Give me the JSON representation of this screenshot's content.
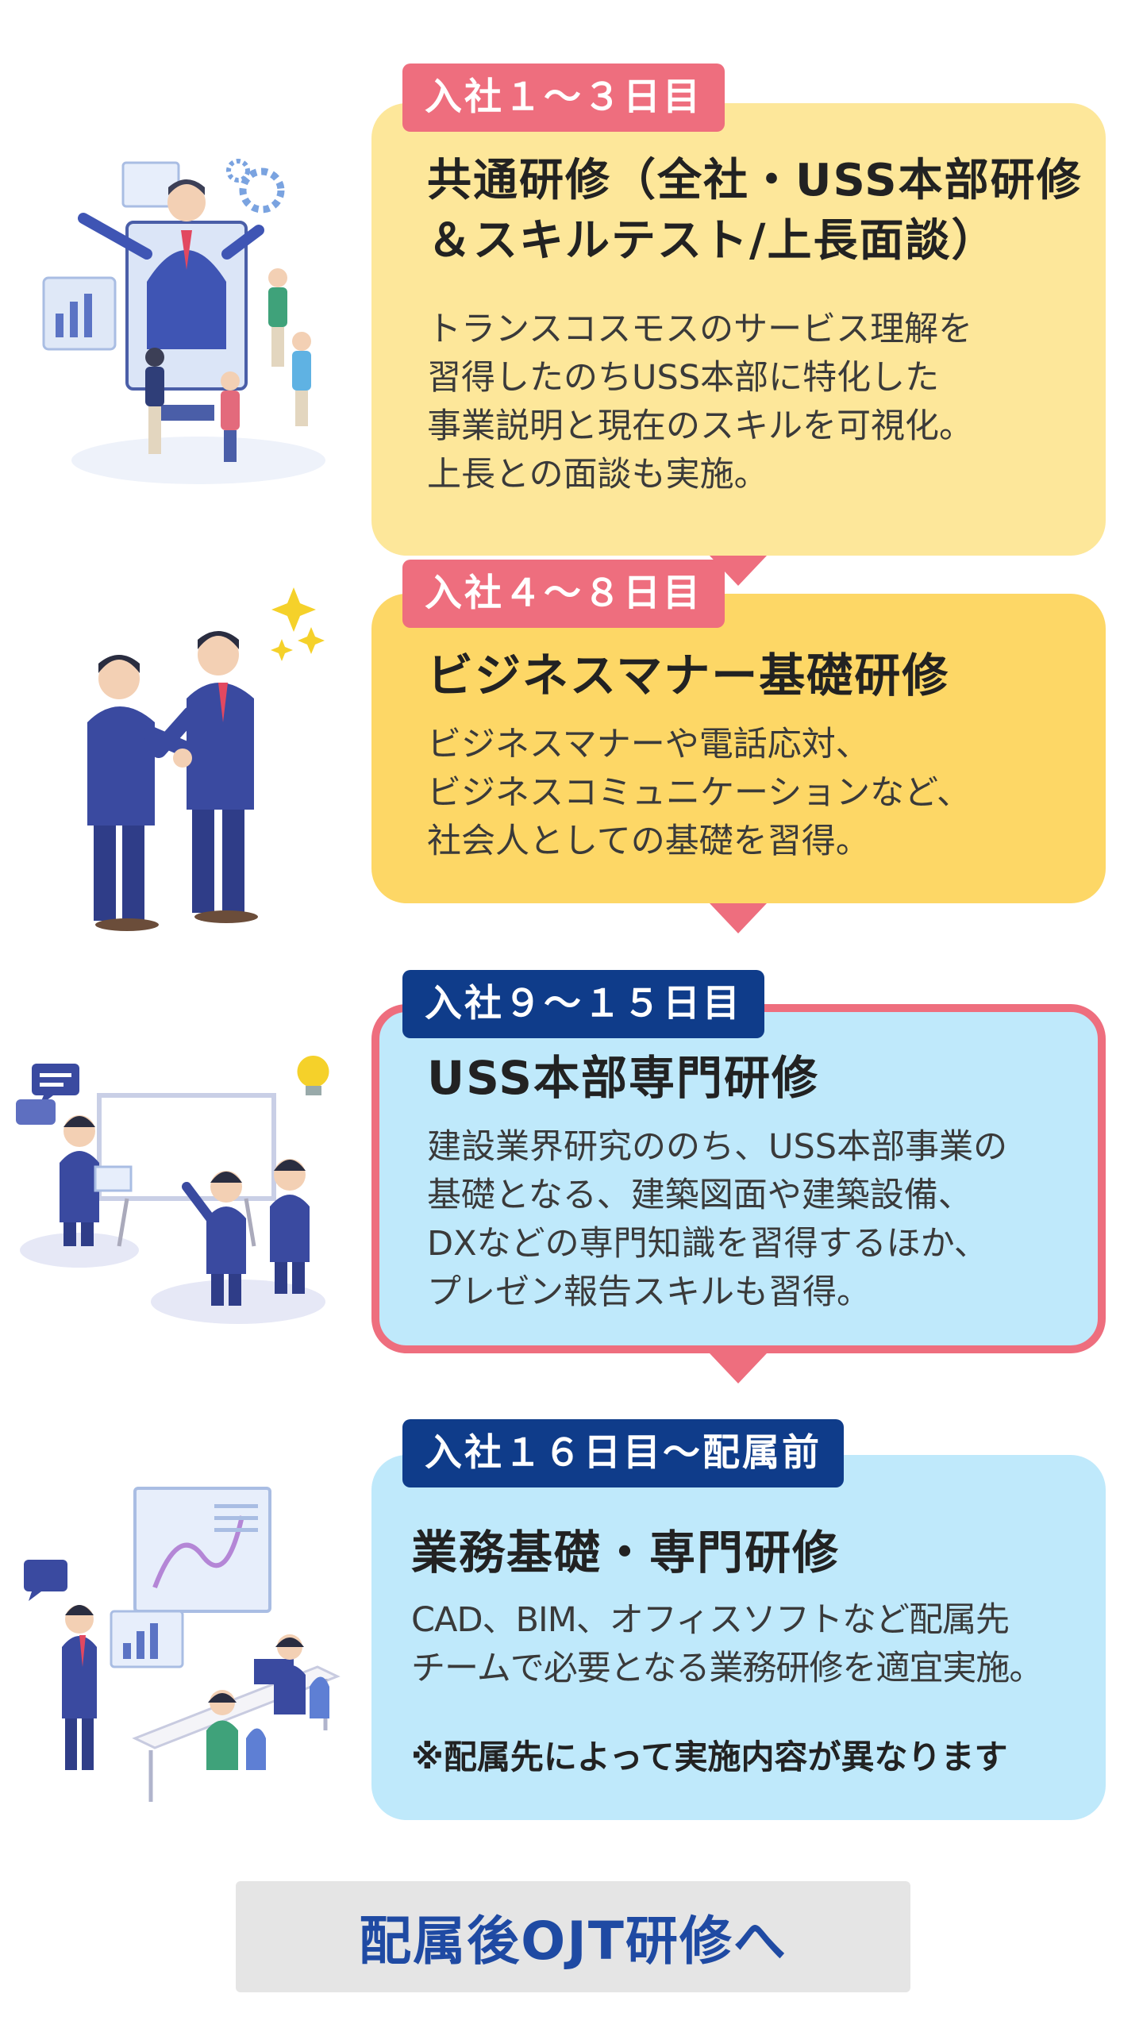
{
  "steps": [
    {
      "badge": "入社１～３日目",
      "title_line1": "共通研修（全社・USS本部研修",
      "title_line2": "＆スキルテスト/上長面談）",
      "desc": [
        "トランスコスモスのサービス理解を",
        "習得したのちUSS本部に特化した",
        "事業説明と現在のスキルを可視化。",
        "上長との面談も実施。"
      ]
    },
    {
      "badge": "入社４～８日目",
      "title_line1": "ビジネスマナー基礎研修",
      "desc": [
        "ビジネスマナーや電話応対、",
        "ビジネスコミュニケーションなど、",
        "社会人としての基礎を習得。"
      ]
    },
    {
      "badge": "入社９～１５日目",
      "title_line1": "USS本部専門研修",
      "desc": [
        "建設業界研究ののち、USS本部事業の",
        "基礎となる、建築図面や建築設備、",
        "DXなどの専門知識を習得するほか、",
        "プレゼン報告スキルも習得。"
      ]
    },
    {
      "badge": "入社１６日目～配属前",
      "title_line1": "業務基礎・専門研修",
      "desc": [
        "CAD、BIM、オフィスソフトなど配属先",
        "チームで必要となる業務研修を適宜実施。"
      ],
      "note": "※配属先によって実施内容が異なります"
    }
  ],
  "final_button": "配属後OJT研修へ",
  "colors": {
    "pink": "#ee6e7e",
    "navy": "#0f3c8a",
    "yellow_light": "#fde79a",
    "yellow": "#fdd766",
    "blue_light": "#bfe9fb",
    "button_bg": "#e5e5e5",
    "button_text": "#1f4aa3"
  },
  "icons": [
    "online-meeting-illustration",
    "handshake-illustration",
    "whiteboard-presentation-illustration",
    "office-work-illustration"
  ]
}
